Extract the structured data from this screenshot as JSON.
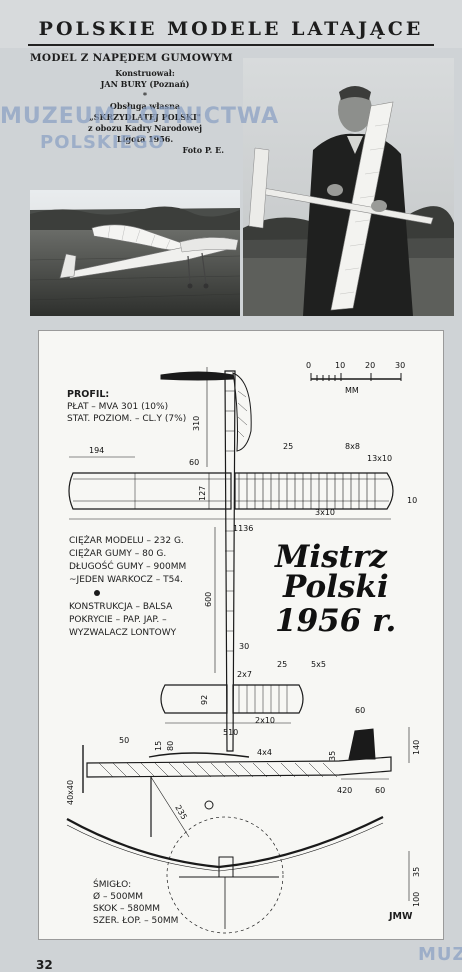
{
  "header": {
    "title": "POLSKIE MODELE LATAJĄCE"
  },
  "article": {
    "subtitle": "MODEL Z NAPĘDEM GUMOWYM",
    "credits": [
      "Konstruował:",
      "JAN BURY (Poznań)",
      "*",
      "Obsługa własna",
      "„SKRZYDLATEJ POLSKI\"",
      "z obozu Kadry Narodowej",
      "Ligota 1956.",
      "Foto P. E."
    ]
  },
  "watermark": {
    "line1": "MUZEUM LOTNICTWA",
    "line2": "POLSKIEGO",
    "line3": "MUZ"
  },
  "drawing": {
    "scale": {
      "ticks": [
        "0",
        "10",
        "20",
        "30"
      ],
      "unit": "MM"
    },
    "profile": {
      "heading": "PROFIL:",
      "wing": "PŁAT – MVA 301 (10%)",
      "stab": "STAT. POZIOM. – CL.Y (7%)"
    },
    "specs": [
      "CIĘŻAR MODELU – 232 G.",
      "CIĘŻAR GUMY – 80 G.",
      "DŁUGOŚĆ GUMY – 900MM",
      "~JEDEN WARKOCZ – T54."
    ],
    "construction": [
      "KONSTRUKCJA – BALSA",
      "POKRYCIE – PAP. JAP. –",
      "WYZWALACZ LONTOWY"
    ],
    "title": [
      "Mistrz",
      "Polski",
      "1956 r."
    ],
    "propeller": [
      "ŚMIGŁO:",
      "Ø – 500MM",
      "SKOK – 580MM",
      "SZER. ŁOP. – 50MM"
    ],
    "signature": "JMW",
    "dims": {
      "d310": "310",
      "d194": "194",
      "d60a": "60",
      "d25a": "25",
      "d8x8": "8x8",
      "d13x10": "13x10",
      "d127": "127",
      "d10": "10",
      "d3x10": "3x10",
      "d1136": "1136",
      "d600": "600",
      "d30": "30",
      "d25b": "25",
      "d2x7": "2x7",
      "d5x5": "5x5",
      "d92": "92",
      "d2x10": "2x10",
      "d510": "510",
      "d50": "50",
      "d15": "15",
      "d80": "80",
      "d60b": "60",
      "d4x4": "4x4",
      "d35a": "35",
      "d140": "140",
      "d40x40": "40x40",
      "d235": "235",
      "d420": "420",
      "d60c": "60",
      "d35b": "35",
      "d100": "100"
    }
  },
  "page_number": "32"
}
